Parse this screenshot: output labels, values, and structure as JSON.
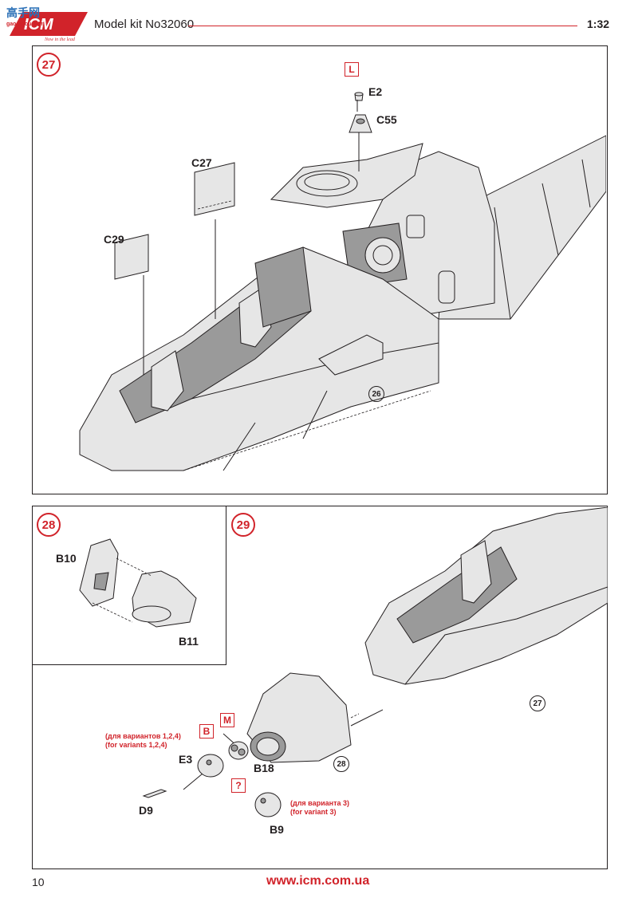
{
  "header": {
    "title": "Model kit No32060",
    "scale": "1:32",
    "logo_text": "ICM",
    "watermark": "高手网",
    "watermark_url": "gao-shou.com",
    "logo_tagline": "Now in the lead"
  },
  "step27": {
    "number": "27",
    "parts": [
      "E2",
      "C55",
      "C27",
      "C29"
    ],
    "tag": "L",
    "ref": "26"
  },
  "step28": {
    "number": "28",
    "parts": [
      "B10",
      "B11"
    ]
  },
  "step29": {
    "number": "29",
    "parts": [
      "E3",
      "B18",
      "D9",
      "B9"
    ],
    "tags": [
      "B",
      "M",
      "?"
    ],
    "ref_body": "27",
    "ref_nose": "28",
    "note_variants_124": [
      "(для вариантов 1,2,4)",
      "(for variants 1,2,4)"
    ],
    "note_variant_3": [
      "(для варианта 3)",
      "(for variant 3)"
    ]
  },
  "footer": {
    "page": "10",
    "url": "www.icm.com.ua"
  },
  "colors": {
    "accent": "#d1232a",
    "ink": "#231f20"
  }
}
